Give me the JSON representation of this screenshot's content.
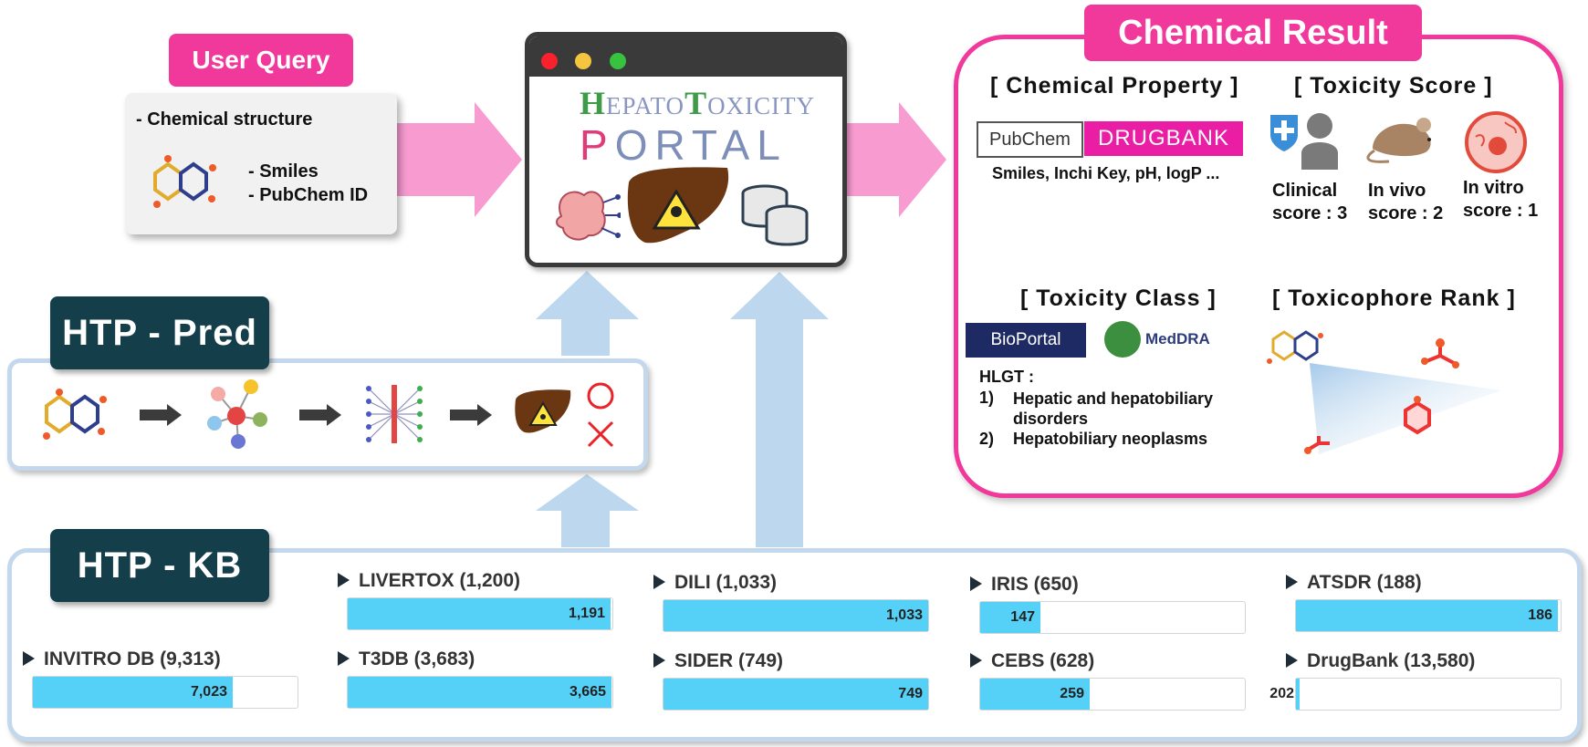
{
  "user_query": {
    "tag": "User Query",
    "items": [
      "- Chemical structure",
      "- Smiles",
      "- PubChem ID"
    ]
  },
  "portal": {
    "logo_hepato": "HEPATO",
    "logo_toxicity": "TOXICITY",
    "logo_portal": "PORTAL"
  },
  "chemical_result": {
    "tag": "Chemical Result",
    "property": {
      "heading": "[ Chemical Property ]",
      "pubchem_logo": "PubChem",
      "drugbank_logo": "DRUGBANK",
      "text": "Smiles, Inchi Key, pH, logP ..."
    },
    "toxicity_score": {
      "heading": "[ Toxicity Score ]",
      "clinical": [
        "Clinical",
        "score : 3"
      ],
      "invivo": [
        "In vivo",
        "score : 2"
      ],
      "invitro": [
        "In vitro",
        "score : 1"
      ]
    },
    "toxicity_class": {
      "heading": "[ Toxicity Class ]",
      "bioportal_logo": "BioPortal",
      "meddra_logo": "MedDRA",
      "hlgt_label": "HLGT :",
      "items": [
        {
          "num": "1)",
          "text1": "Hepatic and hepatobiliary",
          "text2": "disorders"
        },
        {
          "num": "2)",
          "text1": "Hepatobiliary neoplasms",
          "text2": ""
        }
      ]
    },
    "toxicophore": {
      "heading": "[ Toxicophore Rank ]"
    }
  },
  "htp_pred": {
    "tag": "HTP - Pred"
  },
  "htp_kb": {
    "tag": "HTP - KB",
    "colors": {
      "fill": "#55d1f7",
      "frame": "#c3d8ec"
    },
    "databases": [
      {
        "name": "LIVERTOX (1,200)",
        "total": 1200,
        "value": 1191,
        "value_label": "1,191"
      },
      {
        "name": "DILI (1,033)",
        "total": 1033,
        "value": 1033,
        "value_label": "1,033"
      },
      {
        "name": "IRIS (650)",
        "total": 650,
        "value": 147,
        "value_label": "147"
      },
      {
        "name": "ATSDR (188)",
        "total": 188,
        "value": 186,
        "value_label": "186"
      },
      {
        "name": "INVITRO DB (9,313)",
        "total": 9313,
        "value": 7023,
        "value_label": "7,023"
      },
      {
        "name": "T3DB (3,683)",
        "total": 3683,
        "value": 3665,
        "value_label": "3,665"
      },
      {
        "name": "SIDER (749)",
        "total": 749,
        "value": 749,
        "value_label": "749"
      },
      {
        "name": "CEBS (628)",
        "total": 628,
        "value": 259,
        "value_label": "259"
      },
      {
        "name": "DrugBank (13,580)",
        "total": 13580,
        "value": 202,
        "value_label": "202"
      }
    ]
  }
}
